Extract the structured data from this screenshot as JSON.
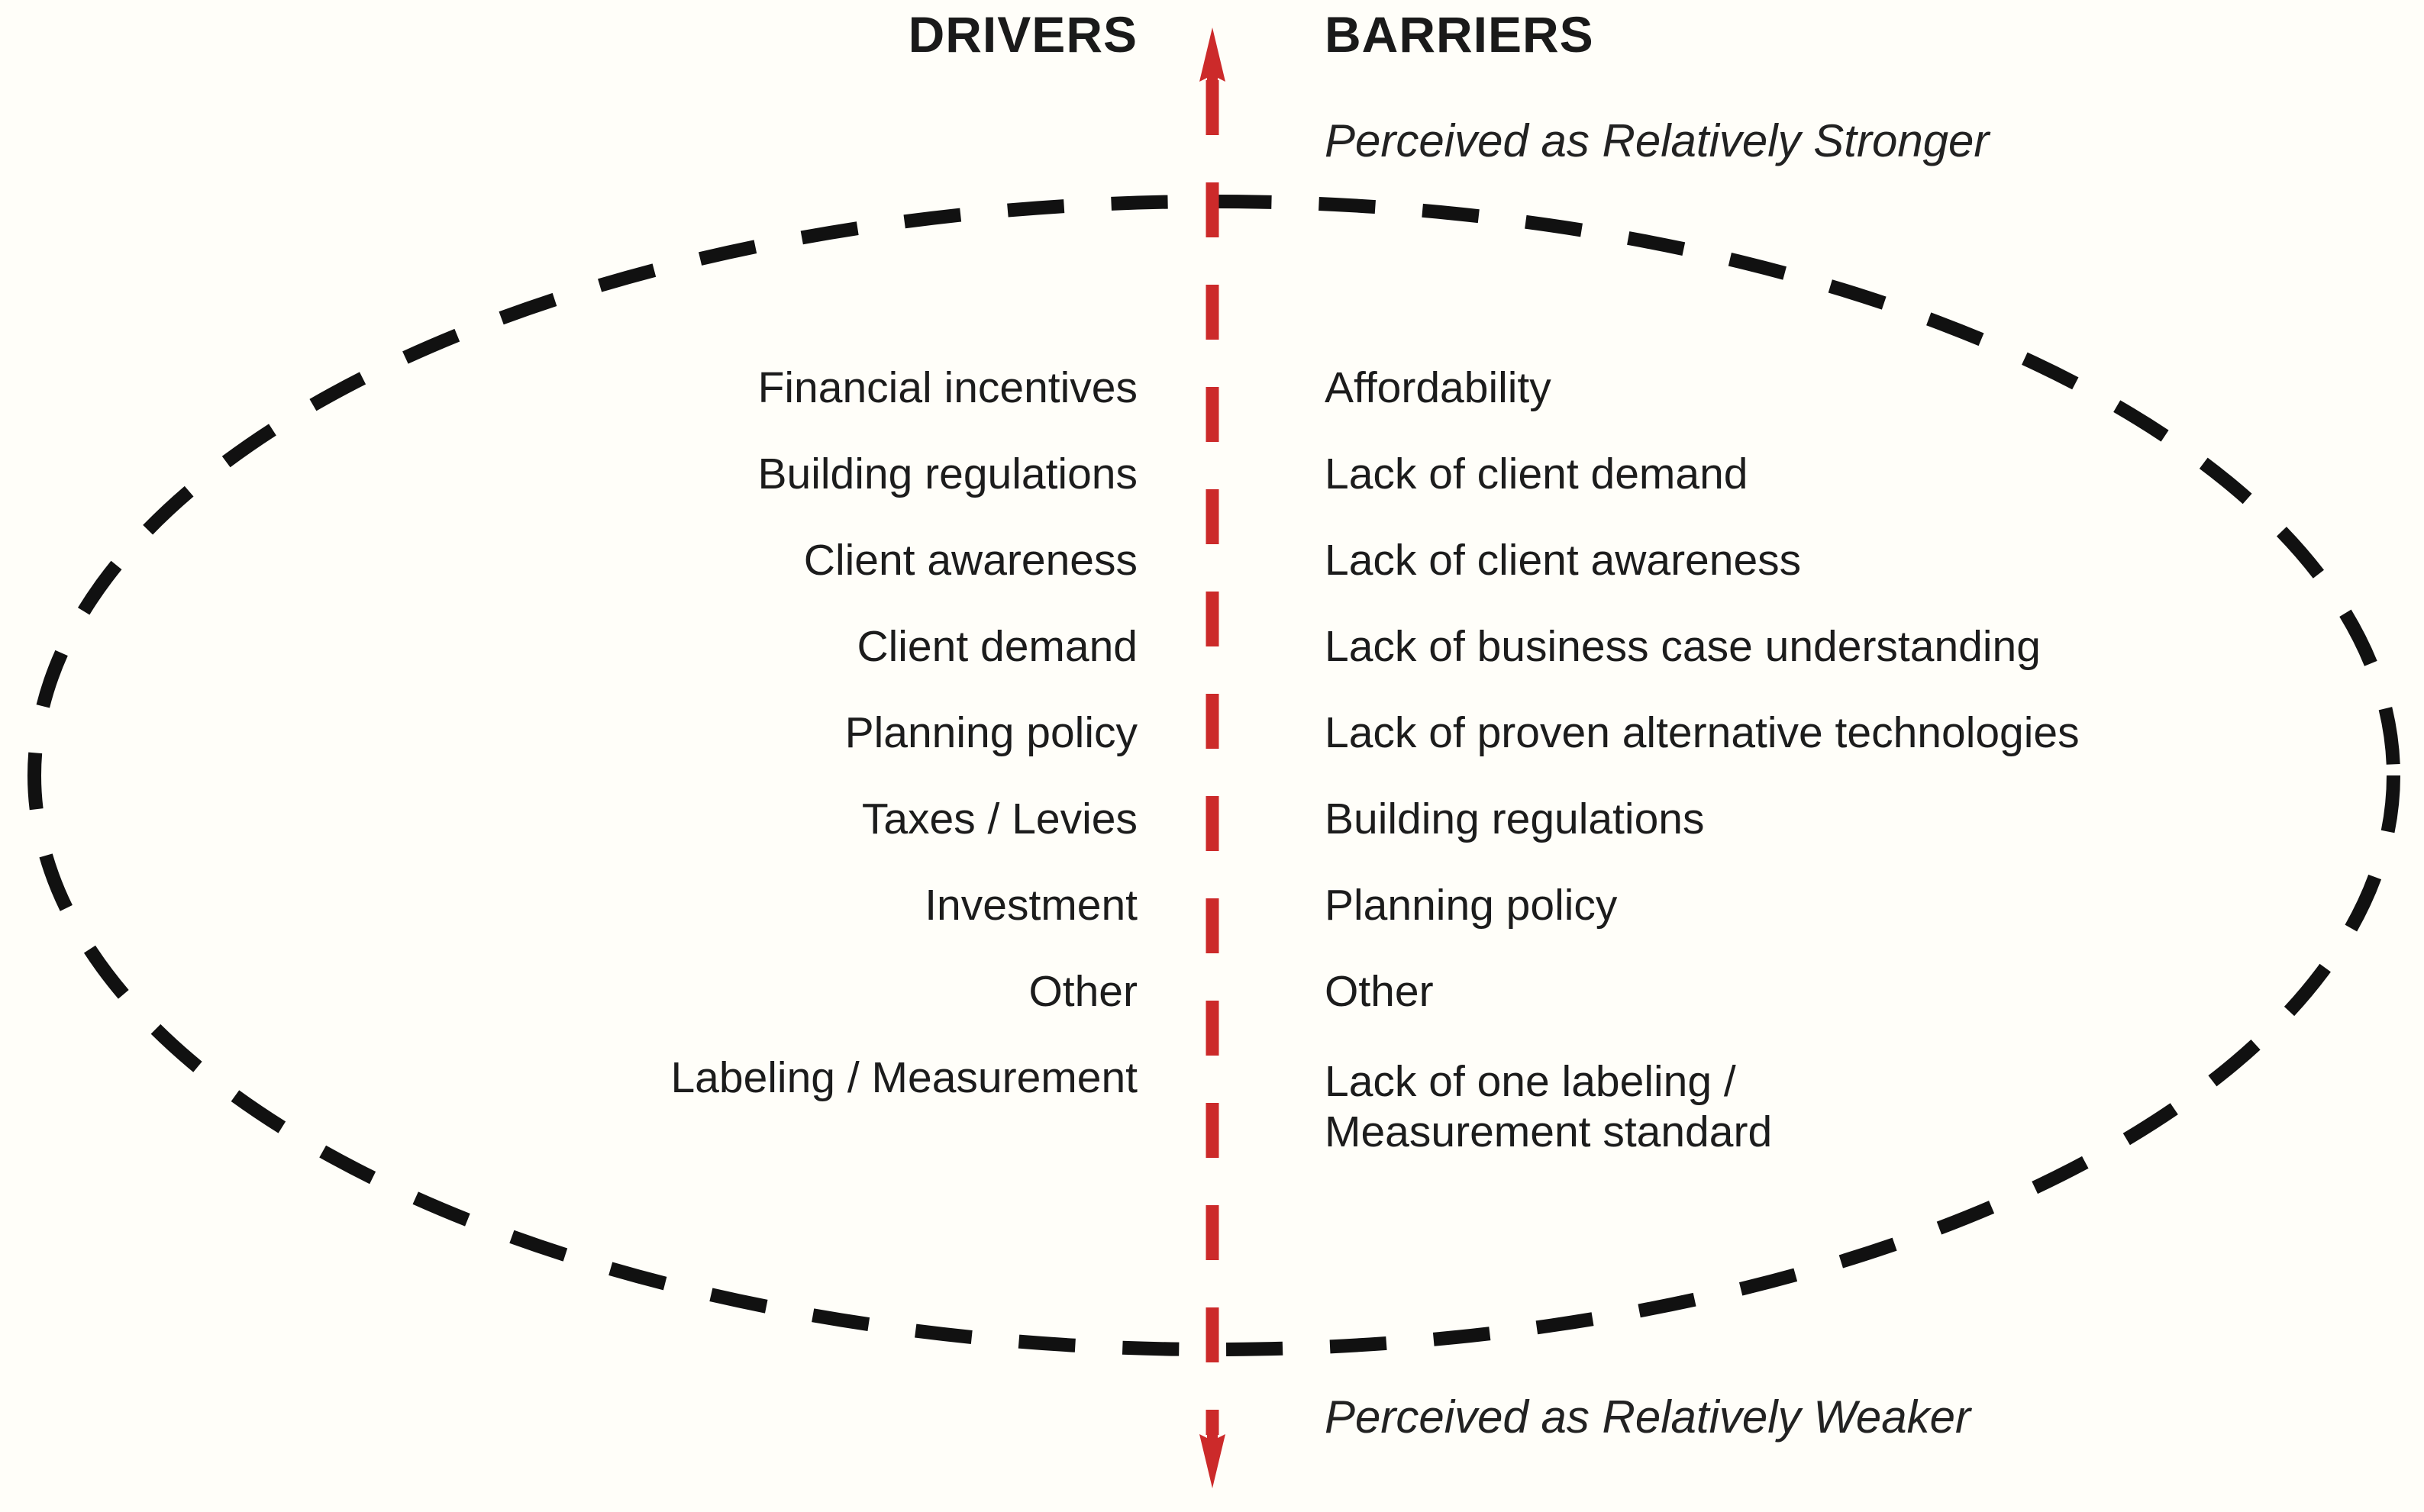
{
  "headings": {
    "drivers": "DRIVERS",
    "barriers": "BARRIERS"
  },
  "captions": {
    "top": "Perceived as Relatively Stronger",
    "bottom": "Perceived as Relatively Weaker"
  },
  "colors": {
    "background": "#fffef9",
    "text": "#1a1a1a",
    "axis_red": "#cc2a2a",
    "ellipse_black": "#111111"
  },
  "axis": {
    "name": "vertical-perception-axis",
    "direction": "bidirectional",
    "top_arrow": "up-arrow",
    "bottom_arrow": "down-arrow",
    "style": "dashed"
  },
  "boundary": {
    "name": "dashed-ellipse",
    "shape": "ellipse",
    "style": "dashed"
  },
  "chart_data": {
    "type": "table",
    "title": "Drivers and Barriers Ranked by Perceived Relative Strength",
    "xlabel": "",
    "ylabel": "Perceived relative strength",
    "columns": [
      "DRIVERS",
      "BARRIERS"
    ],
    "annotations": [
      "Perceived as Relatively Stronger",
      "Perceived as Relatively Weaker"
    ],
    "series": [
      {
        "name": "DRIVERS",
        "values": [
          "Financial incentives",
          "Building regulations",
          "Client awareness",
          "Client demand",
          "Planning policy",
          "Taxes / Levies",
          "Investment",
          "Other",
          "Labeling / Measurement"
        ]
      },
      {
        "name": "BARRIERS",
        "values": [
          "Affordability",
          "Lack of client demand",
          "Lack of client awareness",
          "Lack of business case understanding",
          "Lack of proven alternative technologies",
          "Building regulations",
          "Planning policy",
          "Other",
          "Lack of one labeling / Measurement standard"
        ]
      }
    ]
  },
  "drivers": {
    "items": [
      {
        "label": "Financial incentives"
      },
      {
        "label": "Building regulations"
      },
      {
        "label": "Client awareness"
      },
      {
        "label": "Client demand"
      },
      {
        "label": "Planning policy"
      },
      {
        "label": "Taxes / Levies"
      },
      {
        "label": "Investment"
      },
      {
        "label": "Other"
      },
      {
        "label": "Labeling / Measurement"
      }
    ]
  },
  "barriers": {
    "items": [
      {
        "label": "Affordability"
      },
      {
        "label": "Lack of client demand"
      },
      {
        "label": "Lack of client awareness"
      },
      {
        "label": "Lack of business case understanding"
      },
      {
        "label": "Lack of proven alternative technologies"
      },
      {
        "label": "Building regulations"
      },
      {
        "label": "Planning policy"
      },
      {
        "label": "Other"
      },
      {
        "label": "Lack of one labeling /\nMeasurement standard"
      }
    ]
  }
}
